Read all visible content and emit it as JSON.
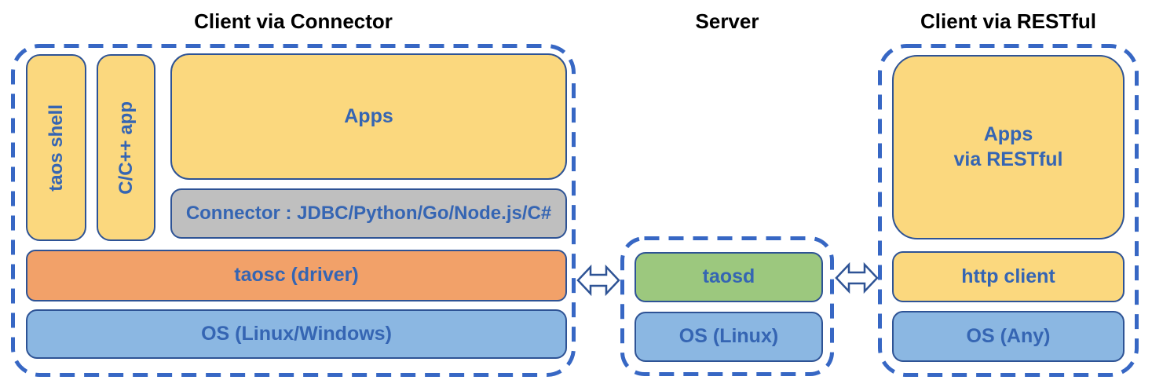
{
  "client_connector": {
    "title": "Client via Connector",
    "taos_shell": "taos shell",
    "cpp_app": "C/C++ app",
    "apps": "Apps",
    "connector": "Connector : JDBC/Python/Go/Node.js/C#",
    "taosc": "taosc (driver)",
    "os": "OS (Linux/Windows)"
  },
  "server": {
    "title": "Server",
    "taosd": "taosd",
    "os": "OS (Linux)"
  },
  "client_restful": {
    "title": "Client via RESTful",
    "apps_line1": "Apps",
    "apps_line2": "via RESTful",
    "http_client": "http client",
    "os": "OS (Any)"
  },
  "icons": {
    "left_arrow": "double-headed-arrow",
    "right_arrow": "double-headed-arrow"
  },
  "colors": {
    "box_fill_yellow": "#FBD87E",
    "box_fill_green": "#9CC87E",
    "box_fill_orange": "#F2A169",
    "box_fill_blue": "#8BB7E2",
    "box_fill_gray": "#BFBFBF",
    "box_border": "#2E5395",
    "label_text": "#3565B3",
    "dashed_border": "#3767C4",
    "arrow_fill": "#FFFFFF",
    "title_text": "#000000"
  }
}
